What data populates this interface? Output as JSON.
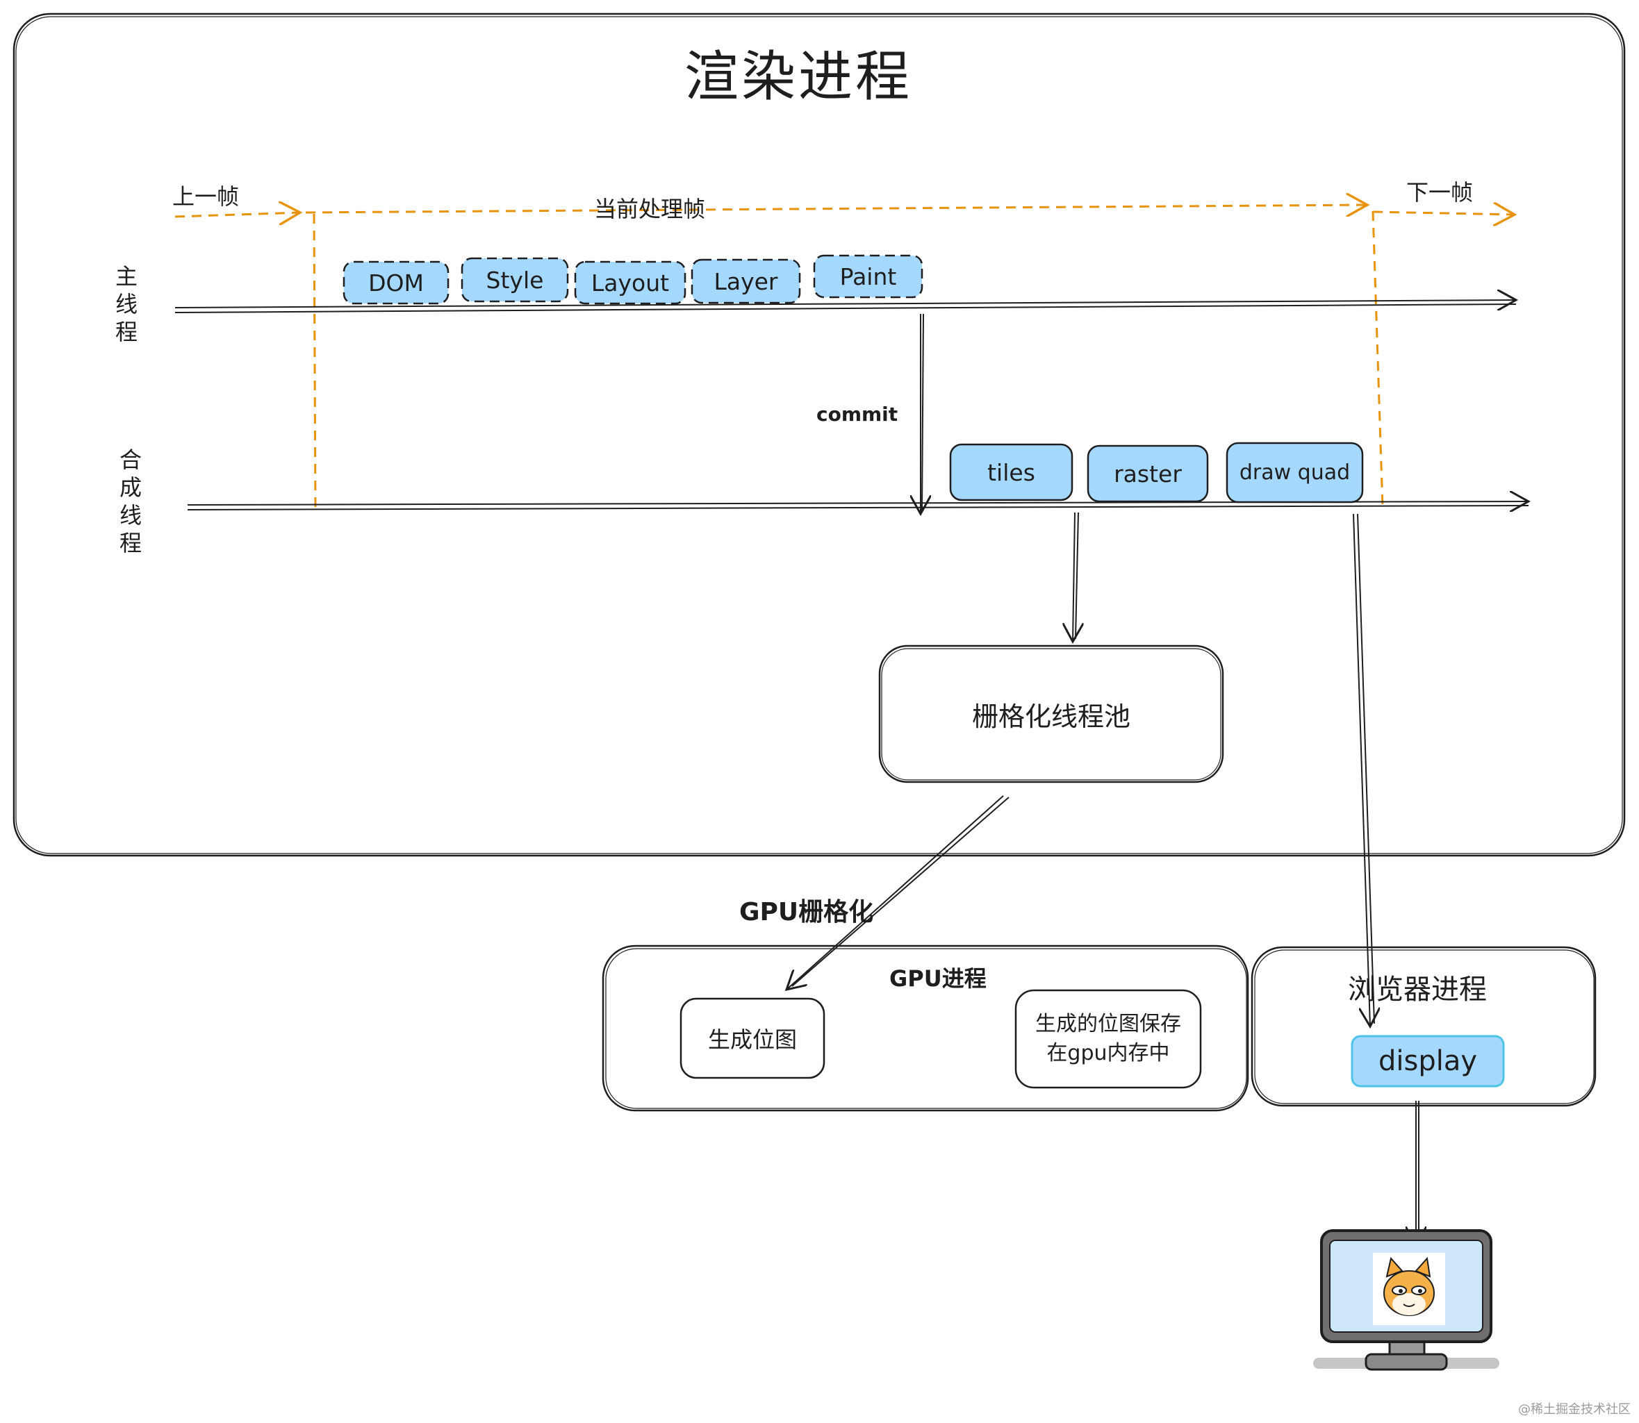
{
  "title": "渲染进程",
  "frames": {
    "prev": "上一帧",
    "current": "当前处理帧",
    "next": "下一帧"
  },
  "main_thread": {
    "label": [
      "主",
      "线",
      "程"
    ],
    "steps": [
      "DOM",
      "Style",
      "Layout",
      "Layer",
      "Paint"
    ]
  },
  "commit_label": "commit",
  "compositor_thread": {
    "label": [
      "合",
      "成",
      "线",
      "程"
    ],
    "steps": [
      "tiles",
      "raster",
      "draw quad"
    ]
  },
  "raster_pool": "栅格化线程池",
  "gpu_raster_label": "GPU栅格化",
  "gpu_process": {
    "title": "GPU进程",
    "bitmap": "生成位图",
    "store_line1": "生成的位图保存",
    "store_line2": "在gpu内存中"
  },
  "browser_process": {
    "title": "浏览器进程",
    "display": "display"
  },
  "monitor_icon": "monitor-icon",
  "mascot_icon": "cat-mascot-icon",
  "watermark": "@稀土掘金技术社区",
  "colors": {
    "stroke": "#1e1e1e",
    "frame": "#e8930c",
    "chip_fill": "#a5d8ff",
    "display_border": "#4dc3e8"
  }
}
